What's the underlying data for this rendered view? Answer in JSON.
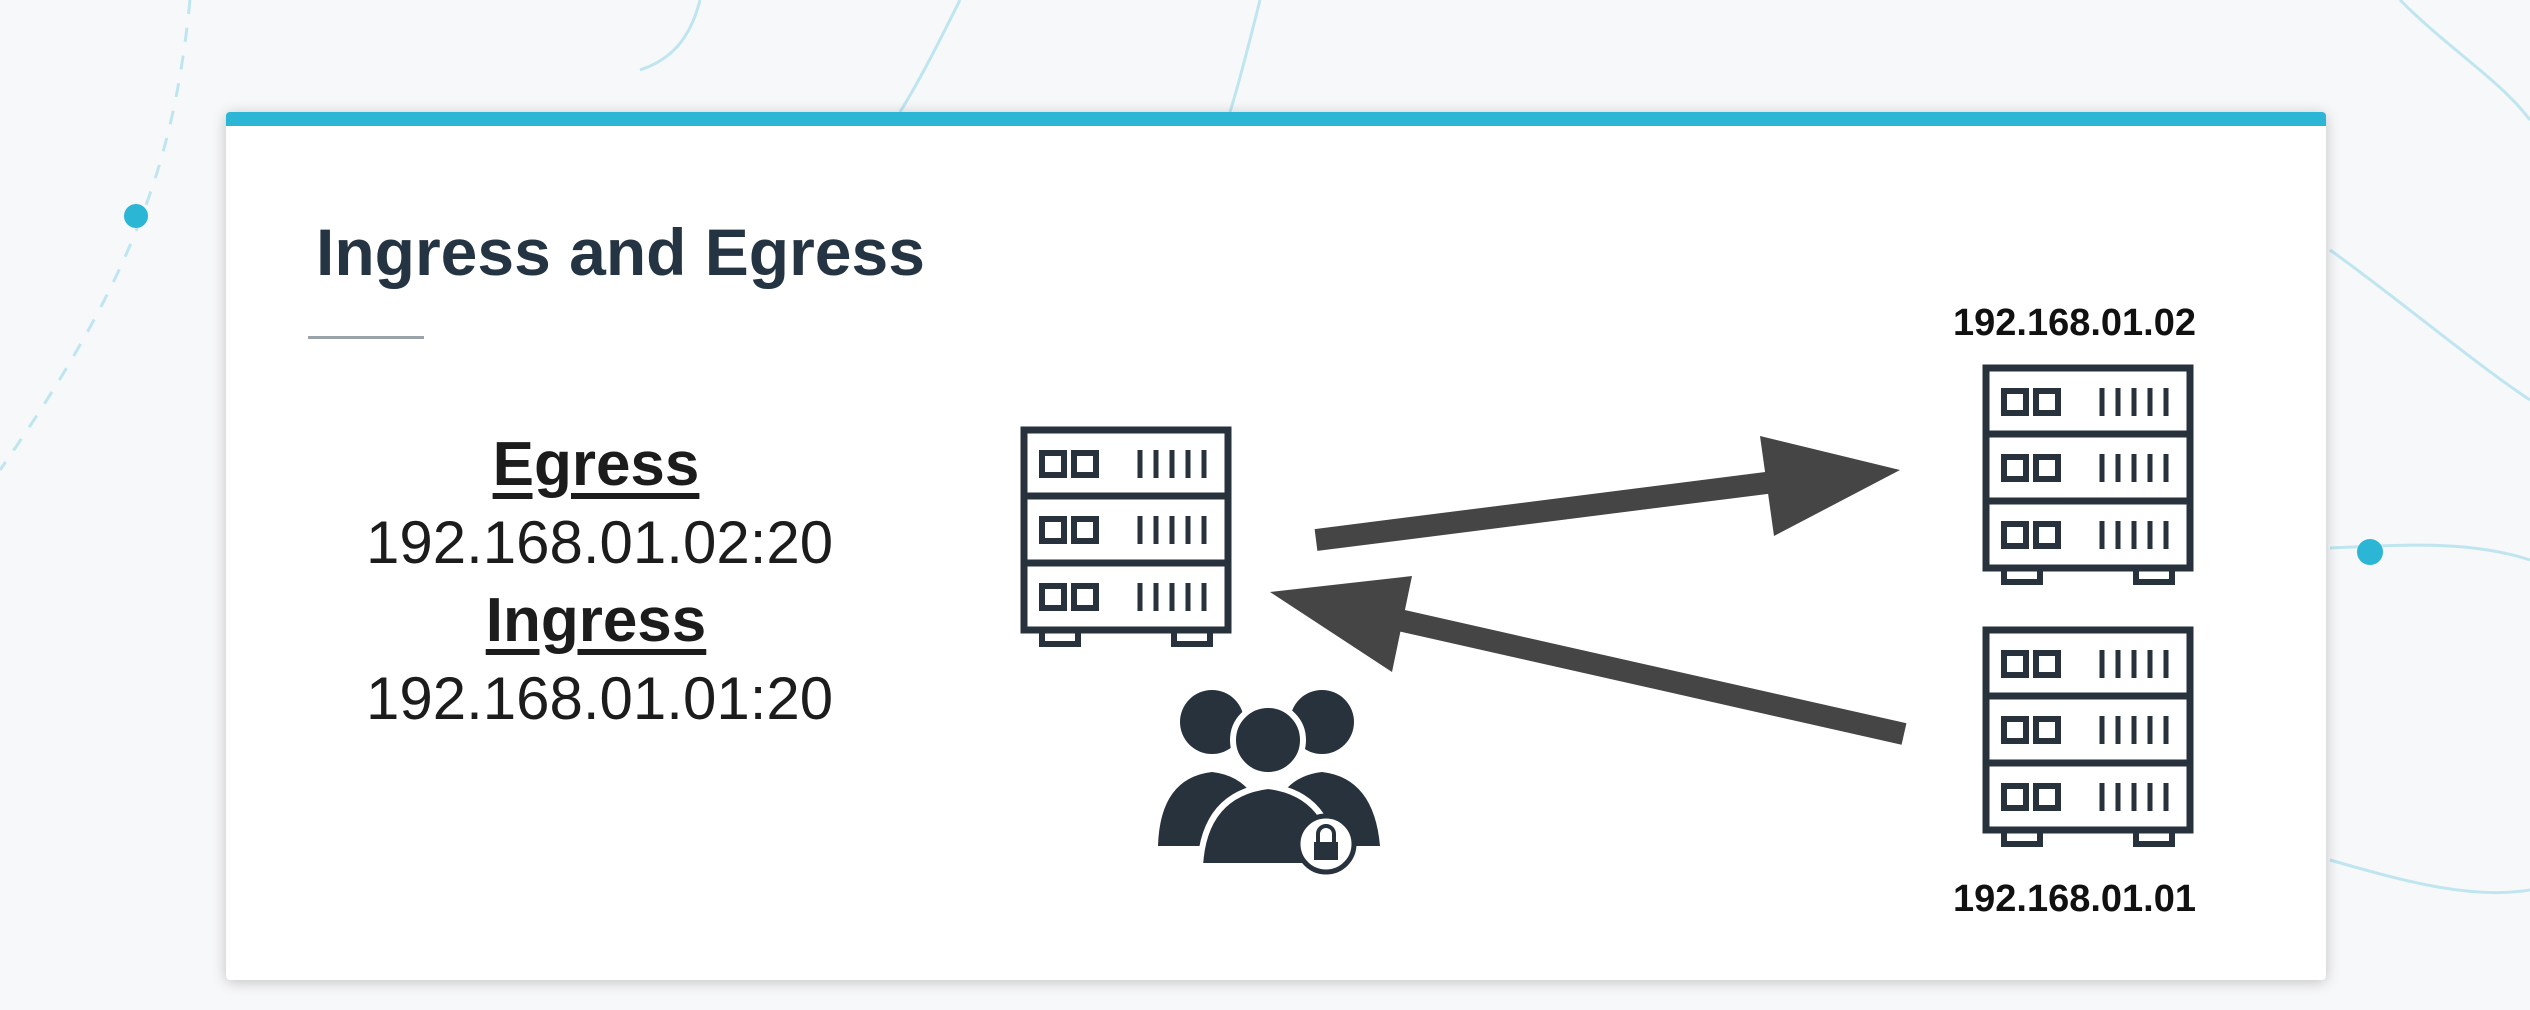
{
  "slide": {
    "title": "Ingress and Egress",
    "egress_heading": "Egress",
    "egress_address": "192.168.01.02:20",
    "ingress_heading": "Ingress",
    "ingress_address": "192.168.01.01:20"
  },
  "servers": {
    "top_right_ip": "192.168.01.02",
    "bottom_right_ip": "192.168.01.01"
  },
  "icons": [
    "server-icon",
    "users-group-icon",
    "padlock-icon",
    "arrow-icon"
  ],
  "colors": {
    "accent": "#2bb6d6",
    "title": "#243442",
    "icon": "#27323d",
    "arrow": "#454545"
  }
}
